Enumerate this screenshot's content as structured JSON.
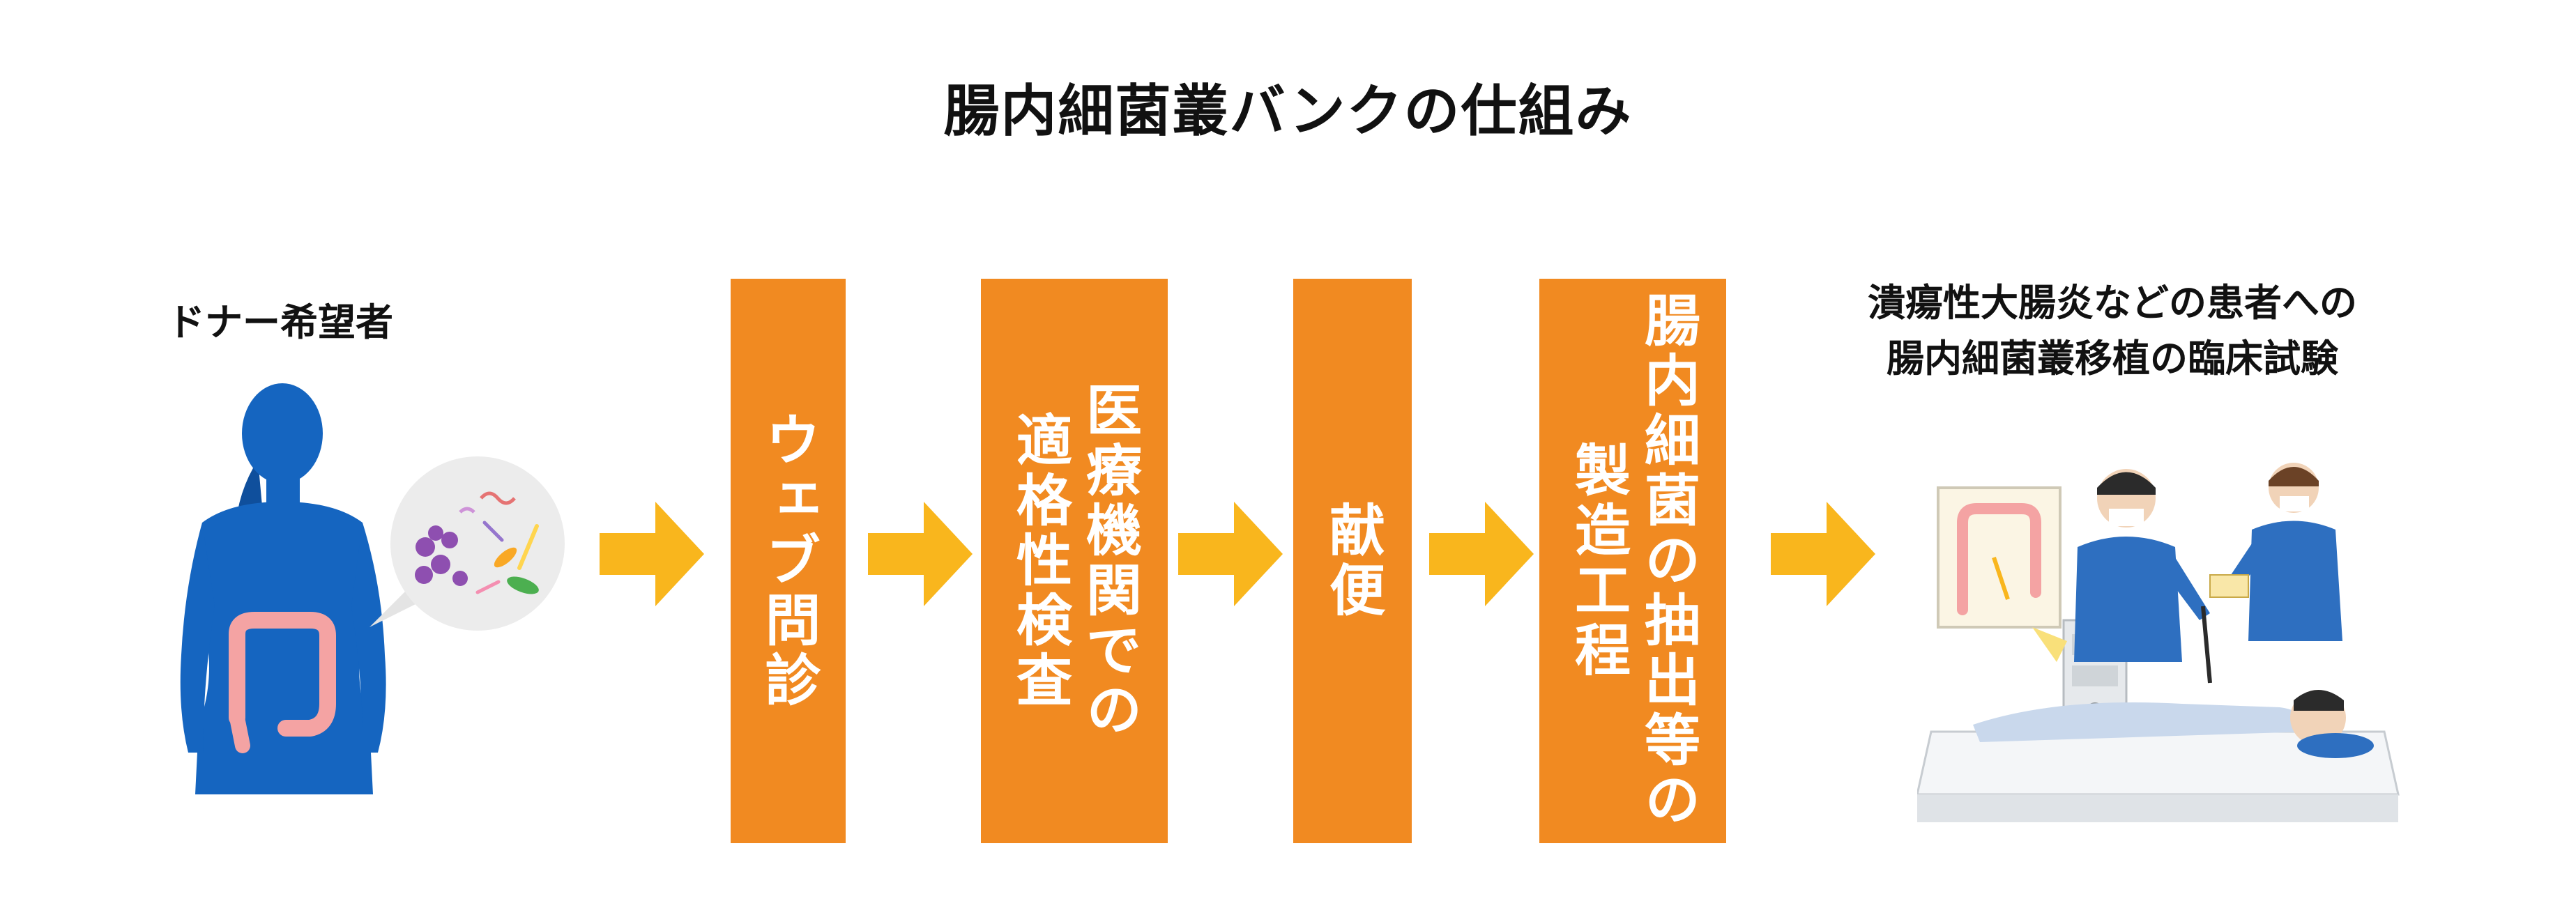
{
  "title": "腸内細菌叢バンクの仕組み",
  "donor_label": "ドナー希望者",
  "trial_label": [
    "潰瘍性大腸炎などの患者への",
    "腸内細菌叢移植の臨床試験"
  ],
  "steps": [
    {
      "lines": [
        "ウェブ問診"
      ]
    },
    {
      "lines": [
        "医療機関での",
        "適格性検査"
      ]
    },
    {
      "lines": [
        "献便"
      ]
    },
    {
      "lines": [
        "腸内細菌の抽出等の",
        "製造工程"
      ]
    }
  ],
  "colors": {
    "step_box": "#f18a21",
    "arrow": "#f9b61d",
    "body": "#1565c0",
    "colon": "#f4a3a3"
  },
  "icons": [
    "donor-silhouette-icon",
    "bacteria-magnifier-icon",
    "arrow-right-icon",
    "colonoscopy-scene-icon"
  ]
}
